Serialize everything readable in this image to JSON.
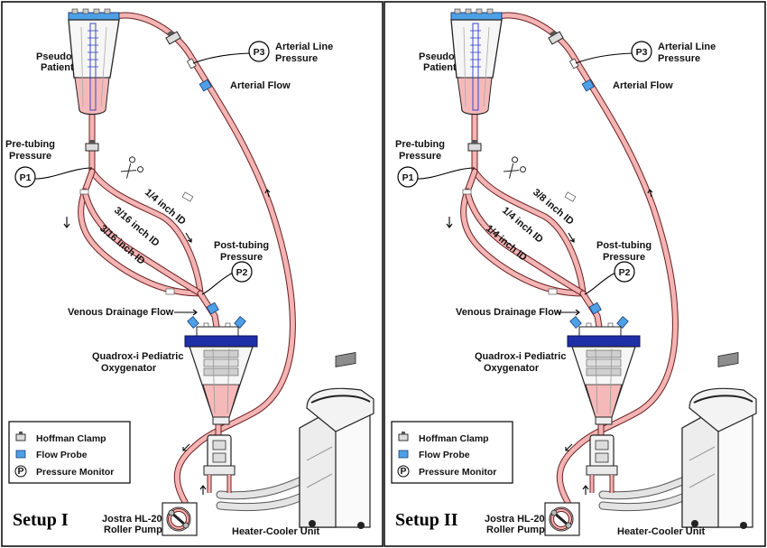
{
  "panels": [
    {
      "setup_label": "Setup I",
      "pseudo_patient": "Pseudo\nPatient",
      "pre_tubing": "Pre-tubing\nPressure",
      "post_tubing": "Post-tubing\nPressure",
      "arterial_line": "Arterial Line\nPressure",
      "arterial_flow": "Arterial Flow",
      "venous_drainage": "Venous Drainage Flow",
      "oxygenator": "Quadrox-i Pediatric\nOxygenator",
      "pump": "Jostra HL-20\nRoller Pump",
      "heater": "Heater-Cooler Unit",
      "tube_top": "1/4 inch ID",
      "tube_mid": "3/16 inch ID",
      "tube_bot": "3/16 inch ID",
      "p1": "P1",
      "p2": "P2",
      "p3": "P3"
    },
    {
      "setup_label": "Setup II",
      "pseudo_patient": "Pseudo\nPatient",
      "pre_tubing": "Pre-tubing\nPressure",
      "post_tubing": "Post-tubing\nPressure",
      "arterial_line": "Arterial Line\nPressure",
      "arterial_flow": "Arterial Flow",
      "venous_drainage": "Venous Drainage Flow",
      "oxygenator": "Quadrox-i Pediatric\nOxygenator",
      "pump": "Jostra HL-20\nRoller Pump",
      "heater": "Heater-Cooler Unit",
      "tube_top": "3/8 inch ID",
      "tube_mid": "1/4 inch ID",
      "tube_bot": "1/4 inch ID",
      "p1": "P1",
      "p2": "P2",
      "p3": "P3"
    }
  ],
  "legend": {
    "hoffman_clamp": "Hoffman Clamp",
    "flow_probe": "Flow Probe",
    "pressure_monitor": "Pressure Monitor",
    "pressure_symbol": "P"
  },
  "colors": {
    "tubing": "#f4b4b4",
    "tubing_outline": "#6b1f1f",
    "flow_probe": "#4da3e8",
    "oxygenator_header": "#1f2fa8",
    "blood": "#f8c8c8"
  }
}
